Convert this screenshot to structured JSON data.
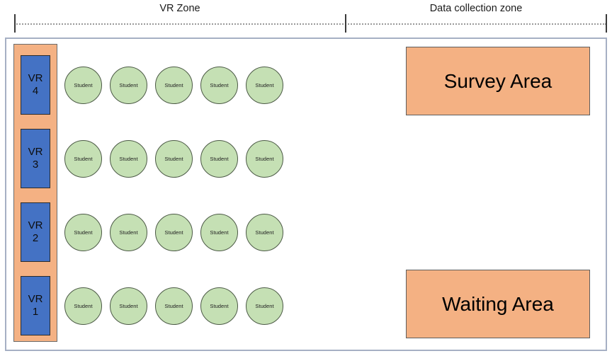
{
  "header": {
    "dotted_divider": "zone-divider",
    "zones": [
      {
        "label": "VR Zone"
      },
      {
        "label": "Data collection zone"
      }
    ]
  },
  "room": {
    "vr_strip": {
      "label": "vr-strip",
      "booths": [
        {
          "line1": "VR",
          "line2": "4"
        },
        {
          "line1": "VR",
          "line2": "3"
        },
        {
          "line1": "VR",
          "line2": "2"
        },
        {
          "line1": "VR",
          "line2": "1"
        }
      ]
    },
    "student_rows": [
      {
        "students": [
          {
            "label": "Student"
          },
          {
            "label": "Student"
          },
          {
            "label": "Student"
          },
          {
            "label": "Student"
          },
          {
            "label": "Student"
          }
        ]
      },
      {
        "students": [
          {
            "label": "Student"
          },
          {
            "label": "Student"
          },
          {
            "label": "Student"
          },
          {
            "label": "Student"
          },
          {
            "label": "Student"
          }
        ]
      },
      {
        "students": [
          {
            "label": "Student"
          },
          {
            "label": "Student"
          },
          {
            "label": "Student"
          },
          {
            "label": "Student"
          },
          {
            "label": "Student"
          }
        ]
      },
      {
        "students": [
          {
            "label": "Student"
          },
          {
            "label": "Student"
          },
          {
            "label": "Student"
          },
          {
            "label": "Student"
          },
          {
            "label": "Student"
          }
        ]
      }
    ],
    "areas": [
      {
        "label": "Survey Area"
      },
      {
        "label": "Waiting Area"
      }
    ]
  },
  "colors": {
    "orange_fill": "#F4B183",
    "blue_fill": "#4472C4",
    "green_fill": "#C5E0B4",
    "frame_border": "#A6B0C4"
  }
}
